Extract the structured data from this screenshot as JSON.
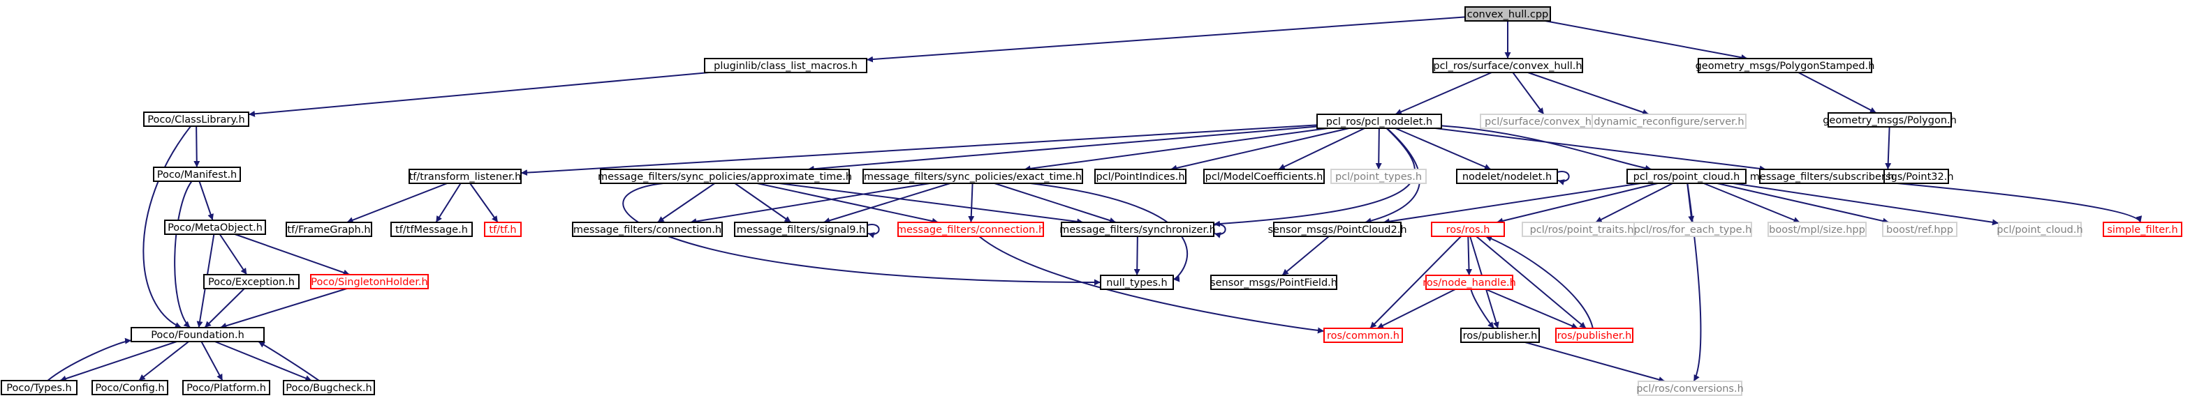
{
  "colors": {
    "edge": "#191970",
    "root_fill": "#bfbfbf",
    "normal_border": "#000000",
    "missing_border": "#ff0000",
    "external_border": "#d3d3d3",
    "external_text": "#7f7f7f"
  },
  "nodes": [
    {
      "id": "n0",
      "label": "convex_hull.cpp",
      "kind": "root"
    },
    {
      "id": "n1",
      "label": "pluginlib/class_list_macros.h",
      "kind": "normal"
    },
    {
      "id": "n2",
      "label": "pcl_ros/surface/convex_hull.h",
      "kind": "normal"
    },
    {
      "id": "n3",
      "label": "geometry_msgs/PolygonStamped.h",
      "kind": "normal"
    },
    {
      "id": "n4",
      "label": "Poco/ClassLibrary.h",
      "kind": "normal"
    },
    {
      "id": "n5",
      "label": "Poco/Manifest.h",
      "kind": "normal"
    },
    {
      "id": "n6",
      "label": "Poco/MetaObject.h",
      "kind": "normal"
    },
    {
      "id": "n7",
      "label": "Poco/Exception.h",
      "kind": "normal"
    },
    {
      "id": "n8",
      "label": "Poco/SingletonHolder.h",
      "kind": "red"
    },
    {
      "id": "n9",
      "label": "Poco/Foundation.h",
      "kind": "normal"
    },
    {
      "id": "n10",
      "label": "Poco/Types.h",
      "kind": "normal"
    },
    {
      "id": "n11",
      "label": "Poco/Config.h",
      "kind": "normal"
    },
    {
      "id": "n12",
      "label": "Poco/Platform.h",
      "kind": "normal"
    },
    {
      "id": "n13",
      "label": "Poco/Bugcheck.h",
      "kind": "normal"
    },
    {
      "id": "n14",
      "label": "pcl_ros/pcl_nodelet.h",
      "kind": "normal"
    },
    {
      "id": "n15",
      "label": "pcl/surface/convex_hull.h",
      "kind": "gray"
    },
    {
      "id": "n16",
      "label": "dynamic_reconfigure/server.h",
      "kind": "gray"
    },
    {
      "id": "n17",
      "label": "geometry_msgs/Polygon.h",
      "kind": "normal"
    },
    {
      "id": "n18",
      "label": "geometry_msgs/Point32.h",
      "kind": "normal"
    },
    {
      "id": "n19",
      "label": "tf/transform_listener.h",
      "kind": "normal"
    },
    {
      "id": "n20",
      "label": "message_filters/sync_policies/approximate_time.h",
      "kind": "normal"
    },
    {
      "id": "n21",
      "label": "message_filters/sync_policies/exact_time.h",
      "kind": "normal"
    },
    {
      "id": "n22",
      "label": "pcl/PointIndices.h",
      "kind": "normal"
    },
    {
      "id": "n23",
      "label": "pcl/ModelCoefficients.h",
      "kind": "normal"
    },
    {
      "id": "n24",
      "label": "pcl/point_types.h",
      "kind": "gray"
    },
    {
      "id": "n25",
      "label": "nodelet/nodelet.h",
      "kind": "normal"
    },
    {
      "id": "n26",
      "label": "pcl_ros/point_cloud.h",
      "kind": "normal"
    },
    {
      "id": "n27",
      "label": "message_filters/subscriber.h",
      "kind": "normal"
    },
    {
      "id": "n28",
      "label": "tf/FrameGraph.h",
      "kind": "normal"
    },
    {
      "id": "n29",
      "label": "tf/tfMessage.h",
      "kind": "normal"
    },
    {
      "id": "n30",
      "label": "tf/tf.h",
      "kind": "red"
    },
    {
      "id": "n31",
      "label": "message_filters/connection.h",
      "kind": "normal"
    },
    {
      "id": "n32",
      "label": "message_filters/signal9.h",
      "kind": "normal"
    },
    {
      "id": "n33",
      "label": "message_filters/connection.h",
      "kind": "red"
    },
    {
      "id": "n34",
      "label": "message_filters/synchronizer.h",
      "kind": "normal"
    },
    {
      "id": "n35",
      "label": "sensor_msgs/PointCloud2.h",
      "kind": "normal"
    },
    {
      "id": "n36",
      "label": "ros/ros.h",
      "kind": "red"
    },
    {
      "id": "n37",
      "label": "pcl/ros/point_traits.h",
      "kind": "gray"
    },
    {
      "id": "n38",
      "label": "pcl/ros/for_each_type.h",
      "kind": "gray"
    },
    {
      "id": "n39",
      "label": "boost/mpl/size.hpp",
      "kind": "gray"
    },
    {
      "id": "n40",
      "label": "boost/ref.hpp",
      "kind": "gray"
    },
    {
      "id": "n41",
      "label": "pcl/point_cloud.h",
      "kind": "gray"
    },
    {
      "id": "n42",
      "label": "simple_filter.h",
      "kind": "red"
    },
    {
      "id": "n43",
      "label": "null_types.h",
      "kind": "normal"
    },
    {
      "id": "n44",
      "label": "sensor_msgs/PointField.h",
      "kind": "normal"
    },
    {
      "id": "n45",
      "label": "ros/node_handle.h",
      "kind": "red"
    },
    {
      "id": "n46",
      "label": "ros/common.h",
      "kind": "red"
    },
    {
      "id": "n47",
      "label": "ros/publisher.h",
      "kind": "normal"
    },
    {
      "id": "n48",
      "label": "ros/publisher.h",
      "kind": "red"
    },
    {
      "id": "n49",
      "label": "pcl/ros/conversions.h",
      "kind": "gray"
    }
  ],
  "edges": [
    [
      "n0",
      "n1"
    ],
    [
      "n0",
      "n2"
    ],
    [
      "n0",
      "n3"
    ],
    [
      "n1",
      "n4"
    ],
    [
      "n4",
      "n5"
    ],
    [
      "n4",
      "n9"
    ],
    [
      "n5",
      "n6"
    ],
    [
      "n5",
      "n9"
    ],
    [
      "n6",
      "n7"
    ],
    [
      "n6",
      "n8"
    ],
    [
      "n6",
      "n9"
    ],
    [
      "n7",
      "n9"
    ],
    [
      "n8",
      "n9"
    ],
    [
      "n9",
      "n10"
    ],
    [
      "n9",
      "n11"
    ],
    [
      "n9",
      "n12"
    ],
    [
      "n9",
      "n13"
    ],
    [
      "n10",
      "n9"
    ],
    [
      "n13",
      "n9"
    ],
    [
      "n2",
      "n14"
    ],
    [
      "n2",
      "n15"
    ],
    [
      "n2",
      "n16"
    ],
    [
      "n3",
      "n17"
    ],
    [
      "n17",
      "n18"
    ],
    [
      "n14",
      "n19"
    ],
    [
      "n14",
      "n20"
    ],
    [
      "n14",
      "n21"
    ],
    [
      "n14",
      "n22"
    ],
    [
      "n14",
      "n23"
    ],
    [
      "n14",
      "n24"
    ],
    [
      "n14",
      "n25"
    ],
    [
      "n14",
      "n26"
    ],
    [
      "n14",
      "n27"
    ],
    [
      "n14",
      "n34"
    ],
    [
      "n14",
      "n35"
    ],
    [
      "n19",
      "n28"
    ],
    [
      "n19",
      "n29"
    ],
    [
      "n19",
      "n30"
    ],
    [
      "n20",
      "n31"
    ],
    [
      "n20",
      "n32"
    ],
    [
      "n20",
      "n33"
    ],
    [
      "n20",
      "n34"
    ],
    [
      "n20",
      "n43"
    ],
    [
      "n21",
      "n31"
    ],
    [
      "n21",
      "n32"
    ],
    [
      "n21",
      "n33"
    ],
    [
      "n21",
      "n34"
    ],
    [
      "n21",
      "n43"
    ],
    [
      "n33",
      "n46"
    ],
    [
      "n34",
      "n43"
    ],
    [
      "n26",
      "n35"
    ],
    [
      "n26",
      "n36"
    ],
    [
      "n26",
      "n37"
    ],
    [
      "n26",
      "n38"
    ],
    [
      "n26",
      "n39"
    ],
    [
      "n26",
      "n40"
    ],
    [
      "n26",
      "n41"
    ],
    [
      "n26",
      "n49"
    ],
    [
      "n27",
      "n42"
    ],
    [
      "n35",
      "n44"
    ],
    [
      "n36",
      "n45"
    ],
    [
      "n36",
      "n46"
    ],
    [
      "n36",
      "n47"
    ],
    [
      "n36",
      "n48"
    ],
    [
      "n45",
      "n46"
    ],
    [
      "n45",
      "n47"
    ],
    [
      "n45",
      "n48"
    ],
    [
      "n48",
      "n36"
    ],
    [
      "n47",
      "n49"
    ]
  ],
  "self_loops": [
    "n25",
    "n32",
    "n34"
  ]
}
